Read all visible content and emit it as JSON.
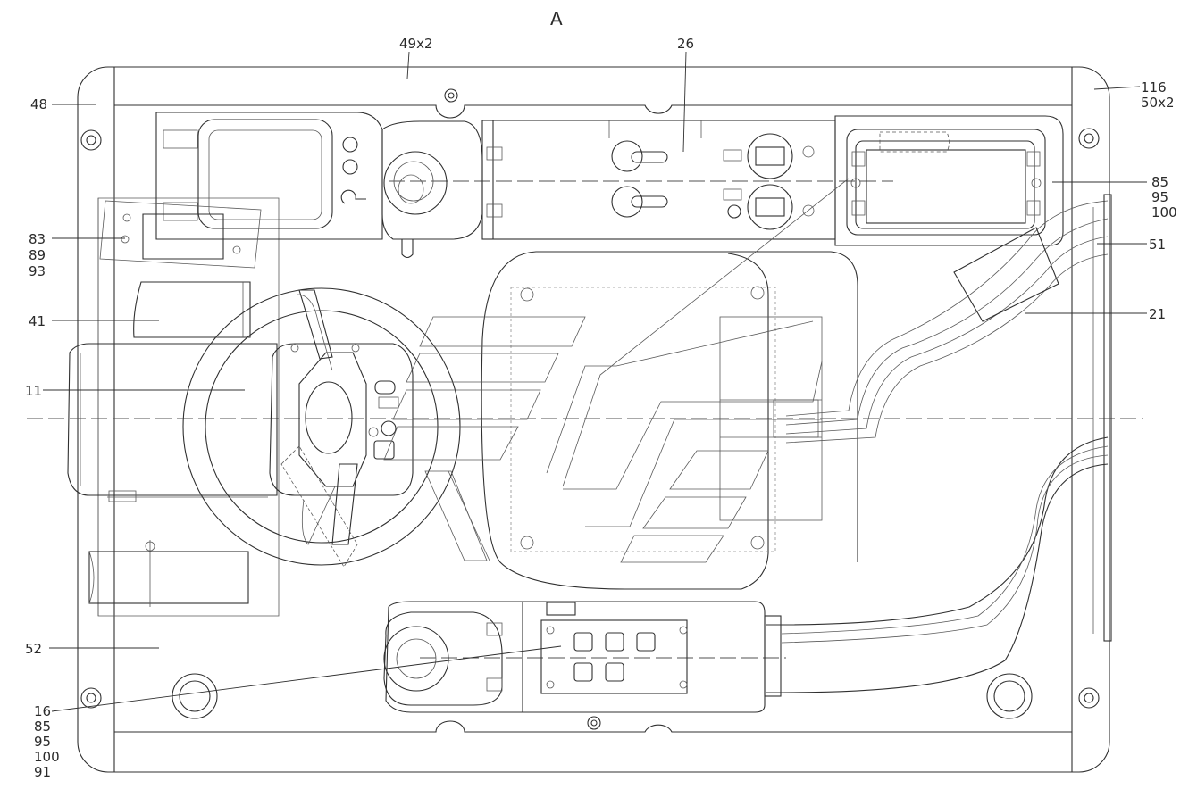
{
  "view": {
    "title": "A"
  },
  "callouts": [
    {
      "id": "c49",
      "lines": [
        "49x2"
      ]
    },
    {
      "id": "c26",
      "lines": [
        "26"
      ]
    },
    {
      "id": "c48",
      "lines": [
        "48"
      ]
    },
    {
      "id": "c116",
      "lines": [
        "116",
        "50x2"
      ]
    },
    {
      "id": "c85",
      "lines": [
        "85",
        "95",
        "100"
      ]
    },
    {
      "id": "c83",
      "lines": [
        "83",
        "89",
        "93"
      ]
    },
    {
      "id": "c51",
      "lines": [
        "51"
      ]
    },
    {
      "id": "c41",
      "lines": [
        "41"
      ]
    },
    {
      "id": "c21",
      "lines": [
        "21"
      ]
    },
    {
      "id": "c11",
      "lines": [
        "11"
      ]
    },
    {
      "id": "c52",
      "lines": [
        "52"
      ]
    },
    {
      "id": "c16",
      "lines": [
        "16",
        "85",
        "95",
        "100",
        "91"
      ]
    }
  ]
}
